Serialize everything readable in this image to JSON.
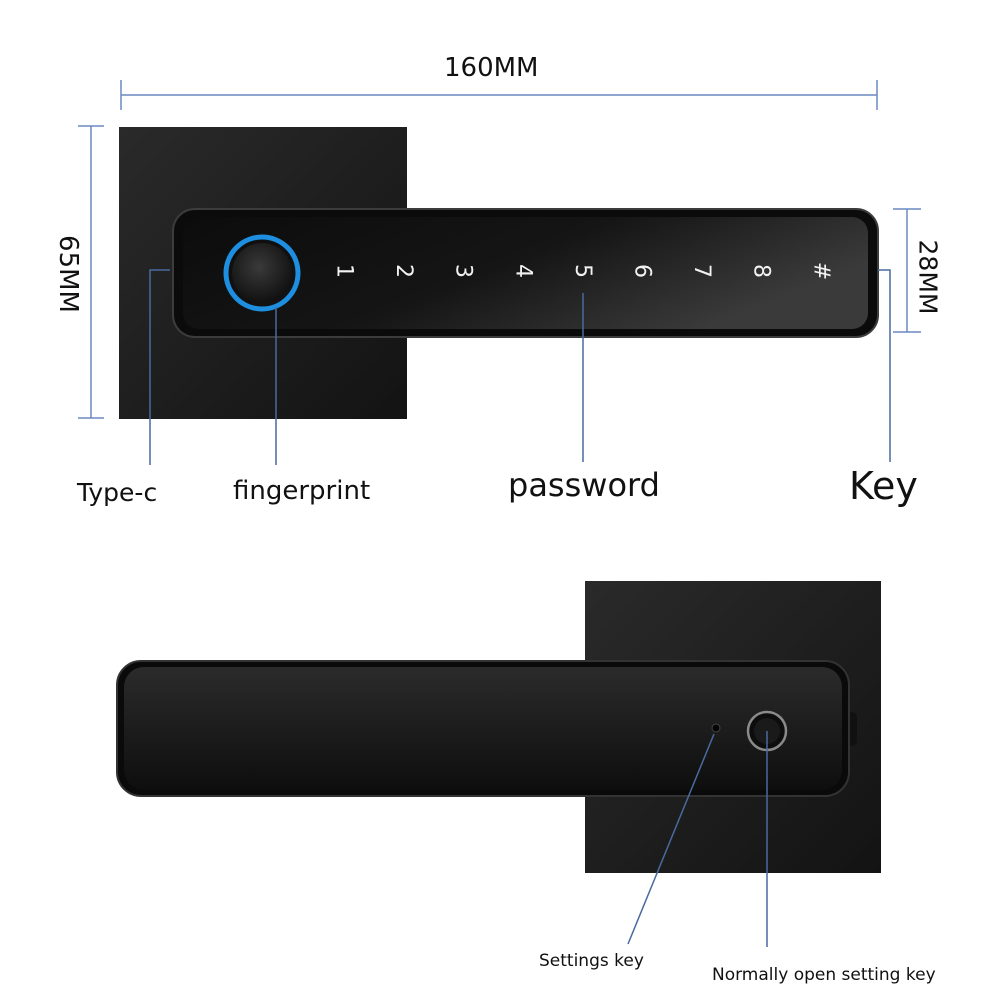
{
  "dimensions": {
    "width": "160MM",
    "height": "65MM",
    "handle_height": "28MM"
  },
  "keypad_keys": [
    "1",
    "2",
    "3",
    "4",
    "5",
    "6",
    "7",
    "8",
    "#"
  ],
  "labels": {
    "type_c": "Type-c",
    "fingerprint": "fingerprint",
    "password": "password",
    "key": "Key",
    "settings_key": "Settings key",
    "normally_open_key": "Normally open setting key"
  },
  "colors": {
    "lock_body": "#1a1a1a",
    "fingerprint_ring": "#1e8fe0",
    "leader_line": "#4a6aa0"
  }
}
